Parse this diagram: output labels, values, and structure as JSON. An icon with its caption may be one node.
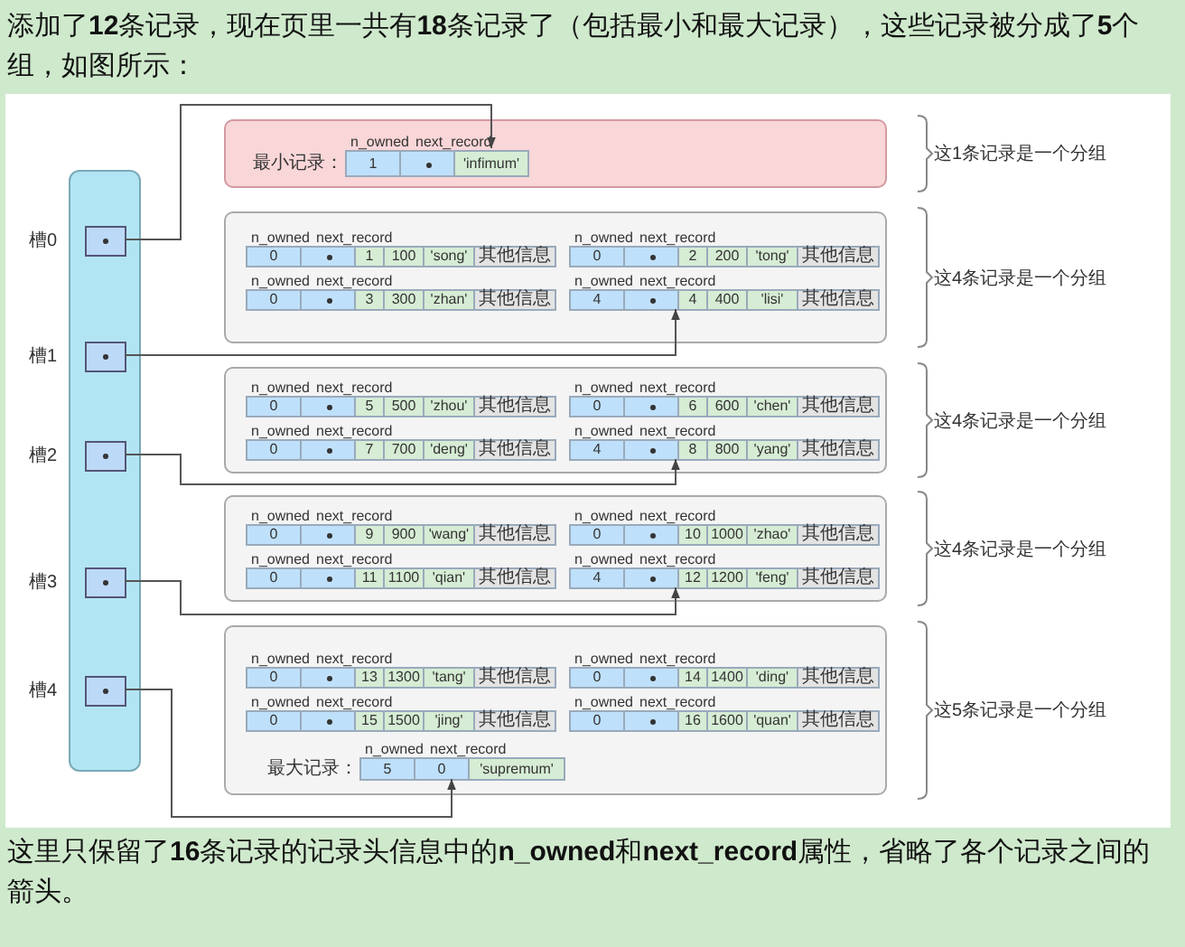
{
  "diagram": {
    "title": "添加了**12**条记录，现在页里一共有**18**条记录了（包括最小和最大记录），这些记录被分成了**5**个组，如图所示：",
    "caption": "这里只保留了**16**条记录的记录头信息中的**n_owned**和**next_record**属性，省略了各个记录之间的箭头。",
    "nodes": [
      {
        "text": [],
        "shape": "box"
      },
      {
        "text": [],
        "shape": "box",
        "in": 0,
        "beside": [
          "槽0"
        ]
      },
      {
        "text": [],
        "shape": "box",
        "in": 0,
        "beside": [
          "槽1"
        ]
      },
      {
        "text": [],
        "shape": "box",
        "in": 0,
        "beside": [
          "槽2"
        ]
      },
      {
        "text": [],
        "shape": "box",
        "in": 0,
        "beside": [
          "槽3"
        ]
      },
      {
        "text": [],
        "shape": "box",
        "in": 0,
        "beside": [
          "槽4"
        ]
      },
      {
        "text": [],
        "shape": "box",
        "beside": [
          "这1条记录是一个分组"
        ]
      },
      {
        "text": [
          "n_owned",
          "next_record",
          "1",
          "'infimum'"
        ],
        "in": 6,
        "beside": [
          "最小记录："
        ]
      },
      {
        "text": [],
        "shape": "box",
        "beside": [
          "这4条记录是一个分组"
        ]
      },
      {
        "text": [
          "n_owned",
          "next_record",
          "0",
          "1",
          "100",
          "'song'",
          "其他信息"
        ],
        "in": 8
      },
      {
        "text": [
          "n_owned",
          "next_record",
          "0",
          "2",
          "200",
          "'tong'",
          "其他信息"
        ],
        "in": 8
      },
      {
        "text": [
          "n_owned",
          "next_record",
          "0",
          "3",
          "300",
          "'zhan'",
          "其他信息"
        ],
        "in": 8
      },
      {
        "text": [
          "n_owned",
          "next_record",
          "4",
          "4",
          "400",
          "'lisi'",
          "其他信息"
        ],
        "in": 8
      },
      {
        "text": [],
        "shape": "box",
        "beside": [
          "这4条记录是一个分组"
        ]
      },
      {
        "text": [
          "n_owned",
          "next_record",
          "0",
          "5",
          "500",
          "'zhou'",
          "其他信息"
        ],
        "in": 13
      },
      {
        "text": [
          "n_owned",
          "next_record",
          "0",
          "6",
          "600",
          "'chen'",
          "其他信息"
        ],
        "in": 13
      },
      {
        "text": [
          "n_owned",
          "next_record",
          "0",
          "7",
          "700",
          "'deng'",
          "其他信息"
        ],
        "in": 13
      },
      {
        "text": [
          "n_owned",
          "next_record",
          "4",
          "8",
          "800",
          "'yang'",
          "其他信息"
        ],
        "in": 13
      },
      {
        "text": [],
        "shape": "box",
        "beside": [
          "这4条记录是一个分组"
        ]
      },
      {
        "text": [
          "n_owned",
          "next_record",
          "0",
          "9",
          "900",
          "'wang'",
          "其他信息"
        ],
        "in": 18
      },
      {
        "text": [
          "n_owned",
          "next_record",
          "0",
          "10",
          "1000",
          "'zhao'",
          "其他信息"
        ],
        "in": 18
      },
      {
        "text": [
          "n_owned",
          "next_record",
          "0",
          "11",
          "1100",
          "'qian'",
          "其他信息"
        ],
        "in": 18
      },
      {
        "text": [
          "n_owned",
          "next_record",
          "4",
          "12",
          "1200",
          "'feng'",
          "其他信息"
        ],
        "in": 18
      },
      {
        "text": [],
        "shape": "box",
        "beside": [
          "这5条记录是一个分组"
        ]
      },
      {
        "text": [
          "n_owned",
          "next_record",
          "0",
          "13",
          "1300",
          "'tang'",
          "其他信息"
        ],
        "in": 23
      },
      {
        "text": [
          "n_owned",
          "next_record",
          "0",
          "14",
          "1400",
          "'ding'",
          "其他信息"
        ],
        "in": 23
      },
      {
        "text": [
          "n_owned",
          "next_record",
          "0",
          "15",
          "1500",
          "'jing'",
          "其他信息"
        ],
        "in": 23
      },
      {
        "text": [
          "n_owned",
          "next_record",
          "0",
          "16",
          "1600",
          "'quan'",
          "其他信息"
        ],
        "in": 23
      },
      {
        "text": [
          "n_owned",
          "next_record",
          "5",
          "0",
          "'supremum'"
        ],
        "in": 23,
        "beside": [
          "最大记录："
        ]
      }
    ],
    "edges": [
      {
        "from": 1,
        "to": 7,
        "arrow": "to"
      },
      {
        "from": 2,
        "to": 12,
        "arrow": "to"
      },
      {
        "from": 3,
        "to": 17,
        "arrow": "to"
      },
      {
        "from": 4,
        "to": 22,
        "arrow": "to"
      },
      {
        "from": 5,
        "to": 28,
        "arrow": "to"
      }
    ]
  }
}
